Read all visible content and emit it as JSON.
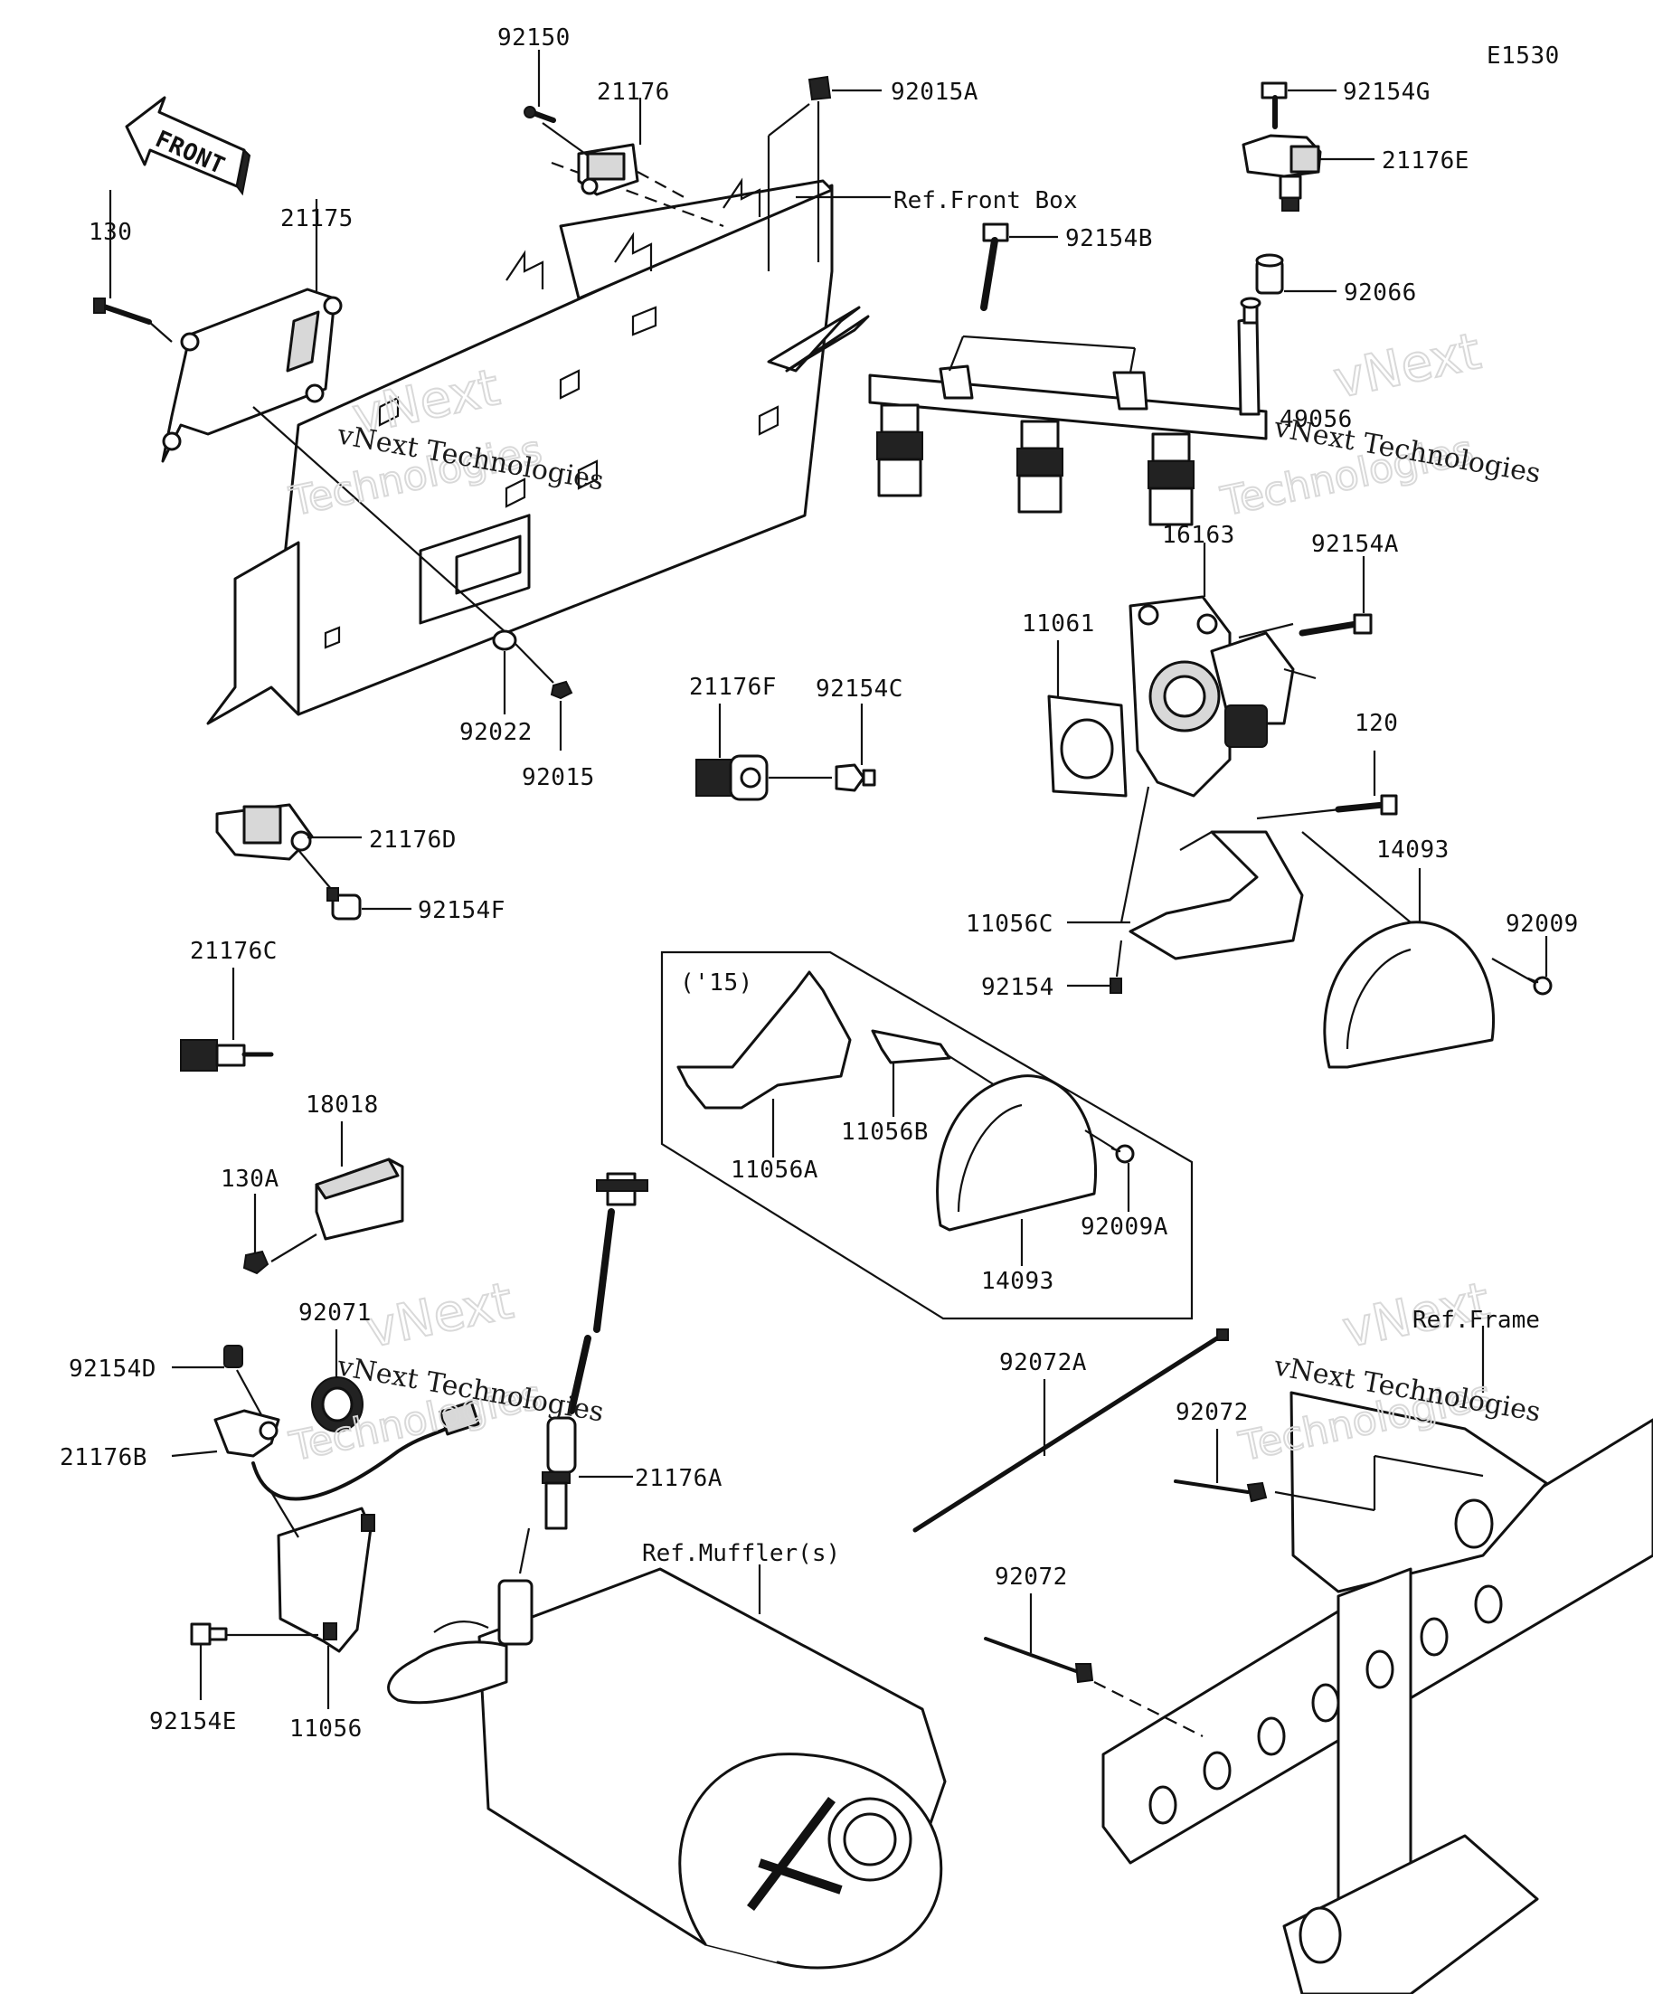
{
  "diagram_code": "E1530",
  "front_arrow_text": "FRONT",
  "section_label": "('15)",
  "references": {
    "front_box": "Ref.Front Box",
    "frame": "Ref.Frame",
    "muffler": "Ref.Muffler(s)"
  },
  "watermarks": {
    "line_a": "vNext Technologies",
    "line_b": "vNext",
    "line_c": "Technologies"
  },
  "parts": {
    "p92150": "92150",
    "p21176": "21176",
    "p92015A": "92015A",
    "p92154G": "92154G",
    "p21176E": "21176E",
    "p130": "130",
    "p21175": "21175",
    "p92154B": "92154B",
    "p92066": "92066",
    "p49056": "49056",
    "p16163": "16163",
    "p92154A": "92154A",
    "p11061": "11061",
    "p120": "120",
    "p92022": "92022",
    "p92015": "92015",
    "p21176F": "21176F",
    "p92154C": "92154C",
    "p21176D": "21176D",
    "p92154F": "92154F",
    "p14093": "14093",
    "p92009": "92009",
    "p11056C": "11056C",
    "p92154": "92154",
    "p21176C": "21176C",
    "p11056B": "11056B",
    "p11056A": "11056A",
    "p92009A": "92009A",
    "p14093b": "14093",
    "p18018": "18018",
    "p130A": "130A",
    "p92071": "92071",
    "p92154D": "92154D",
    "p21176B": "21176B",
    "p21176A": "21176A",
    "p92072A": "92072A",
    "p92072": "92072",
    "p92072b": "92072",
    "p92154E": "92154E",
    "p11056": "11056"
  }
}
